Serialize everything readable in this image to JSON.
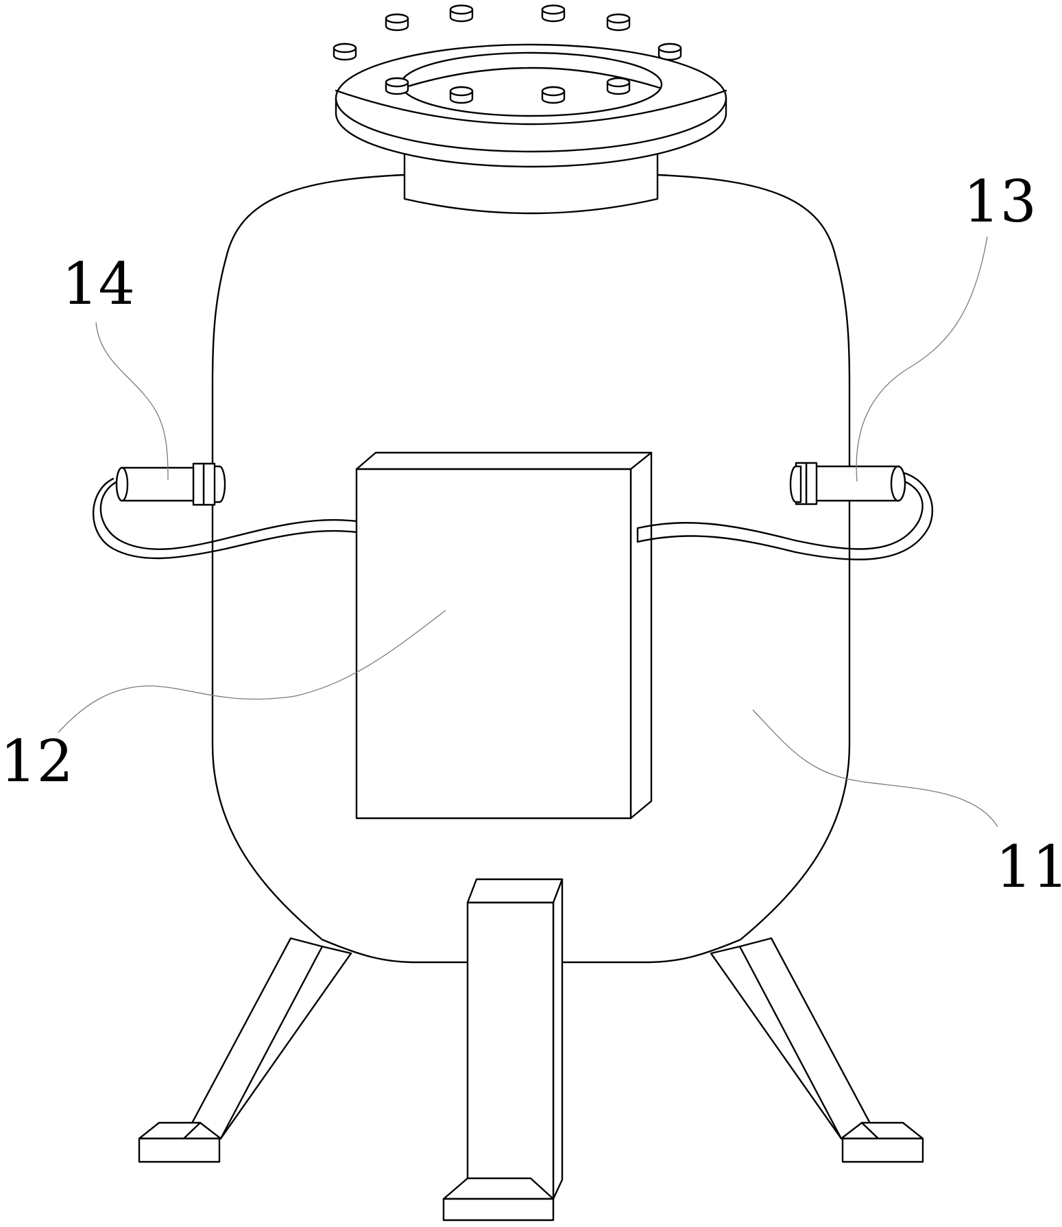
{
  "figure": {
    "callouts": [
      {
        "id": "tank-body",
        "label": "11"
      },
      {
        "id": "control-box",
        "label": "12"
      },
      {
        "id": "right-sensor",
        "label": "13"
      },
      {
        "id": "left-sensor",
        "label": "14"
      }
    ],
    "colors": {
      "line": "#000000",
      "leader": "#7a7a7a",
      "background": "#ffffff"
    }
  }
}
